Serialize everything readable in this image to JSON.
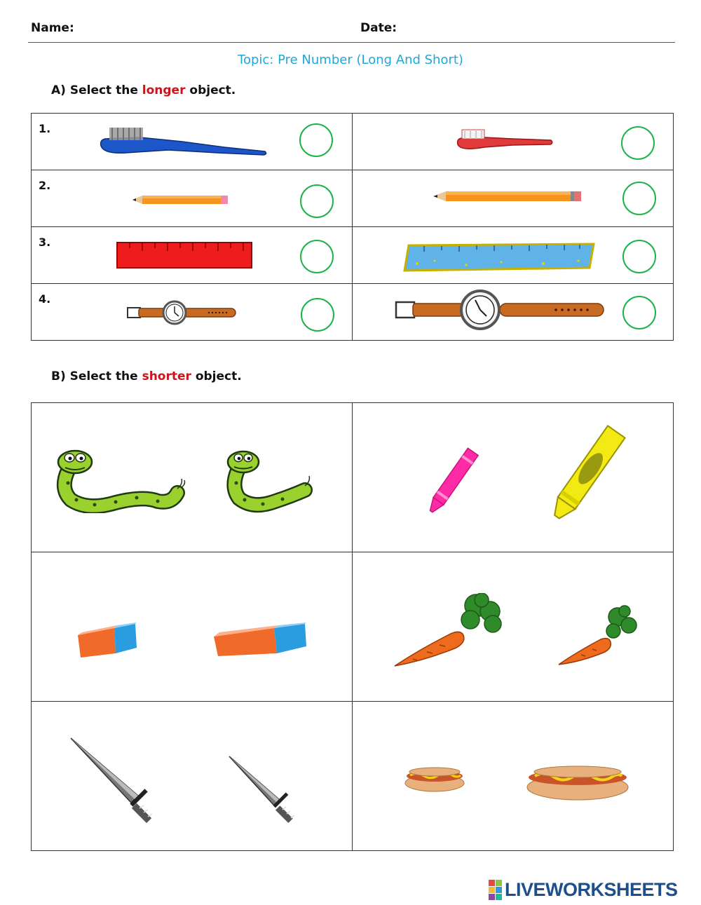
{
  "header": {
    "name_label": "Name:",
    "date_label": "Date:"
  },
  "topic": "Topic: Pre Number (Long And Short)",
  "section_a": {
    "prefix": "A)  Select the ",
    "highlight": "longer",
    "suffix": " object.",
    "rows": [
      {
        "number": "1.",
        "left_item": "toothbrush-long",
        "right_item": "toothbrush-short"
      },
      {
        "number": "2.",
        "left_item": "pencil-short",
        "right_item": "pencil-long"
      },
      {
        "number": "3.",
        "left_item": "ruler-red",
        "right_item": "ruler-blue"
      },
      {
        "number": "4.",
        "left_item": "watch-small",
        "right_item": "watch-large"
      }
    ]
  },
  "section_b": {
    "prefix": "B)  Select the ",
    "highlight": "shorter",
    "suffix": " object.",
    "cells": [
      {
        "items": [
          "snake-long",
          "snake-short"
        ]
      },
      {
        "items": [
          "crayon-pink",
          "crayon-yellow"
        ]
      },
      {
        "items": [
          "eraser-small",
          "eraser-large"
        ]
      },
      {
        "items": [
          "carrot-large",
          "carrot-small"
        ]
      },
      {
        "items": [
          "sword-long",
          "sword-short"
        ]
      },
      {
        "items": [
          "hotdog-small",
          "hotdog-large"
        ]
      }
    ]
  },
  "colors": {
    "topic": "#1fa8d8",
    "highlight": "#c8161d",
    "circle": "#1db34a",
    "logo": "#1d4f8c"
  },
  "footer": {
    "logo_text": "LIVEWORKSHEETS"
  }
}
